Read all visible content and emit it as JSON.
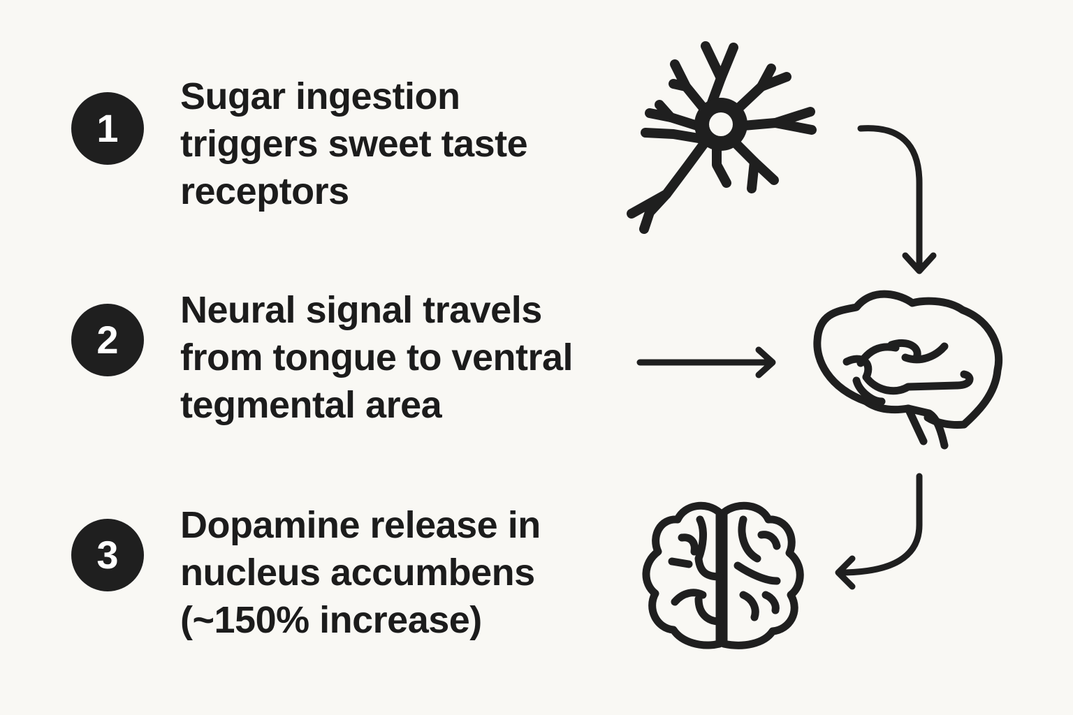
{
  "steps": [
    {
      "number": "1",
      "lines": [
        "Sugar ingestion",
        "triggers sweet taste",
        "receptors"
      ]
    },
    {
      "number": "2",
      "lines": [
        "Neural signal travels",
        "from tongue to ventral",
        "tegmental area"
      ]
    },
    {
      "number": "3",
      "lines": [
        "Dopamine release in",
        "nucleus accumbens",
        "(~150% increase)"
      ]
    }
  ],
  "icons": {
    "step_1": "neuron-icon",
    "step_2": "brain-side-icon",
    "step_3": "brain-top-icon"
  },
  "colors": {
    "background": "#f9f8f4",
    "ink": "#1f1f1f"
  }
}
